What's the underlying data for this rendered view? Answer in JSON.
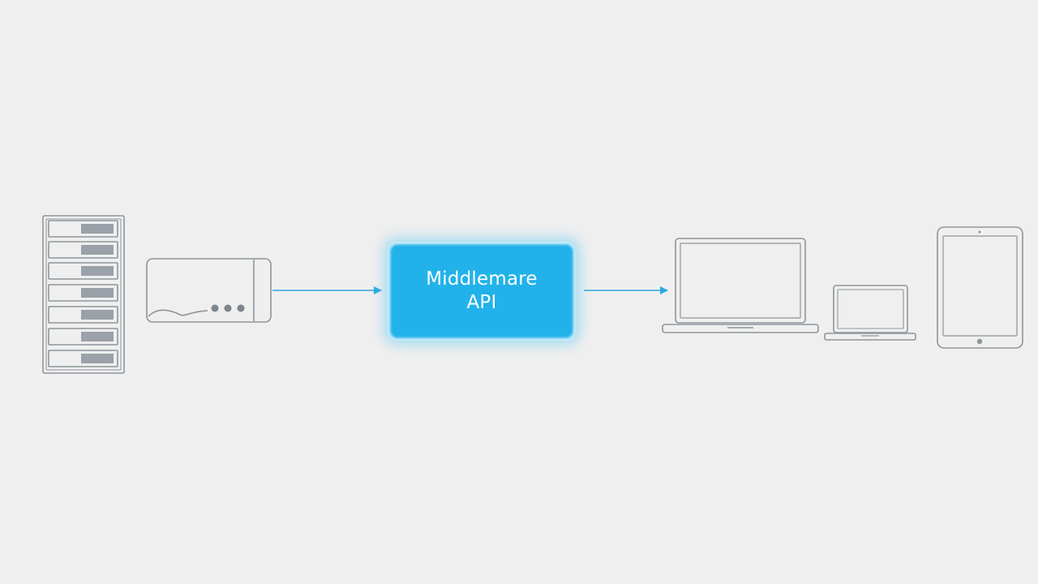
{
  "diagram": {
    "middleware": {
      "line1": "Middlemare",
      "line2": "API"
    },
    "nodes": [
      {
        "role": "server-rack",
        "icon": "server-rack-icon"
      },
      {
        "role": "hardware-device",
        "icon": "hard-drive-icon"
      },
      {
        "role": "middleware-api",
        "icon": "none"
      },
      {
        "role": "laptop-large",
        "icon": "laptop-icon"
      },
      {
        "role": "laptop-small",
        "icon": "laptop-icon"
      },
      {
        "role": "tablet",
        "icon": "tablet-icon"
      }
    ],
    "connections": [
      {
        "from": "hardware-device",
        "to": "middleware-api"
      },
      {
        "from": "middleware-api",
        "to": "laptop-large"
      }
    ]
  },
  "colors": {
    "background": "#efefef",
    "outline": "#8e959c",
    "accent": "#22b2ea",
    "arrow": "#2aa8e0",
    "slot_fill": "#9aa1a8"
  }
}
